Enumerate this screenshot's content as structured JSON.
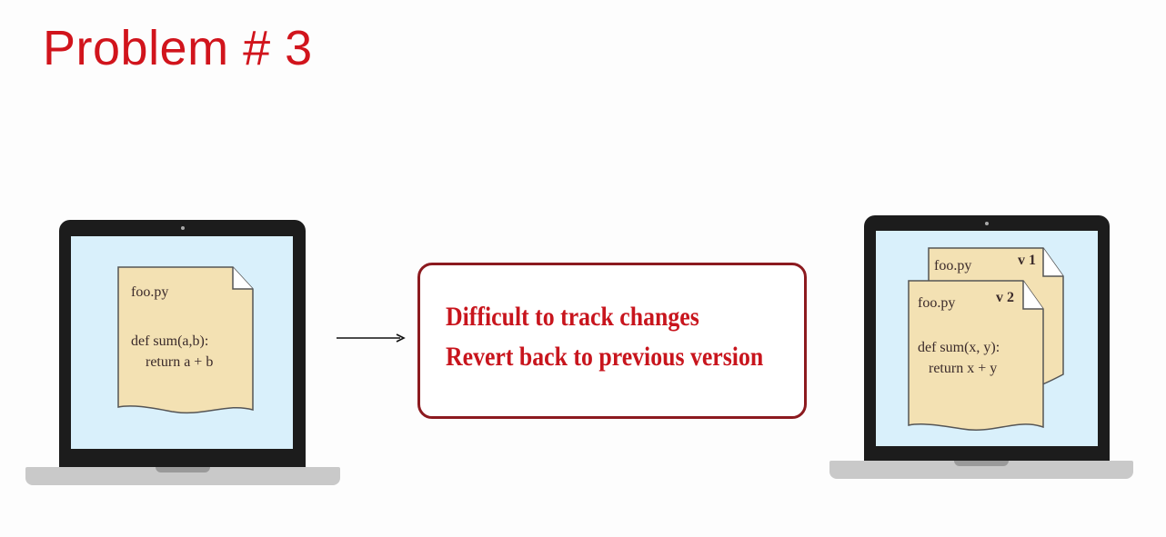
{
  "slide": {
    "title": "Problem # 3"
  },
  "left_laptop": {
    "file": {
      "name": "foo.py",
      "line1": "def sum(a,b):",
      "line2": "    return a + b"
    }
  },
  "callout": {
    "line1": "Difficult to track changes",
    "line2": "Revert back to previous version"
  },
  "right_laptop": {
    "file_v1": {
      "name": "foo.py",
      "version": "v 1"
    },
    "file_v2": {
      "name": "foo.py",
      "version": "v 2",
      "line1": "def sum(x, y):",
      "line2": "   return x + y"
    }
  },
  "colors": {
    "title": "#d1141c",
    "callout_border": "#8c1a1f",
    "callout_text": "#c8151d",
    "paper": "#f3e1b3",
    "screen": "#d9f0fb",
    "bezel": "#1c1c1c"
  },
  "icons": {
    "left_device": "laptop-icon",
    "right_device": "laptop-icon",
    "document": "document-icon",
    "arrow": "arrow-right-icon"
  }
}
